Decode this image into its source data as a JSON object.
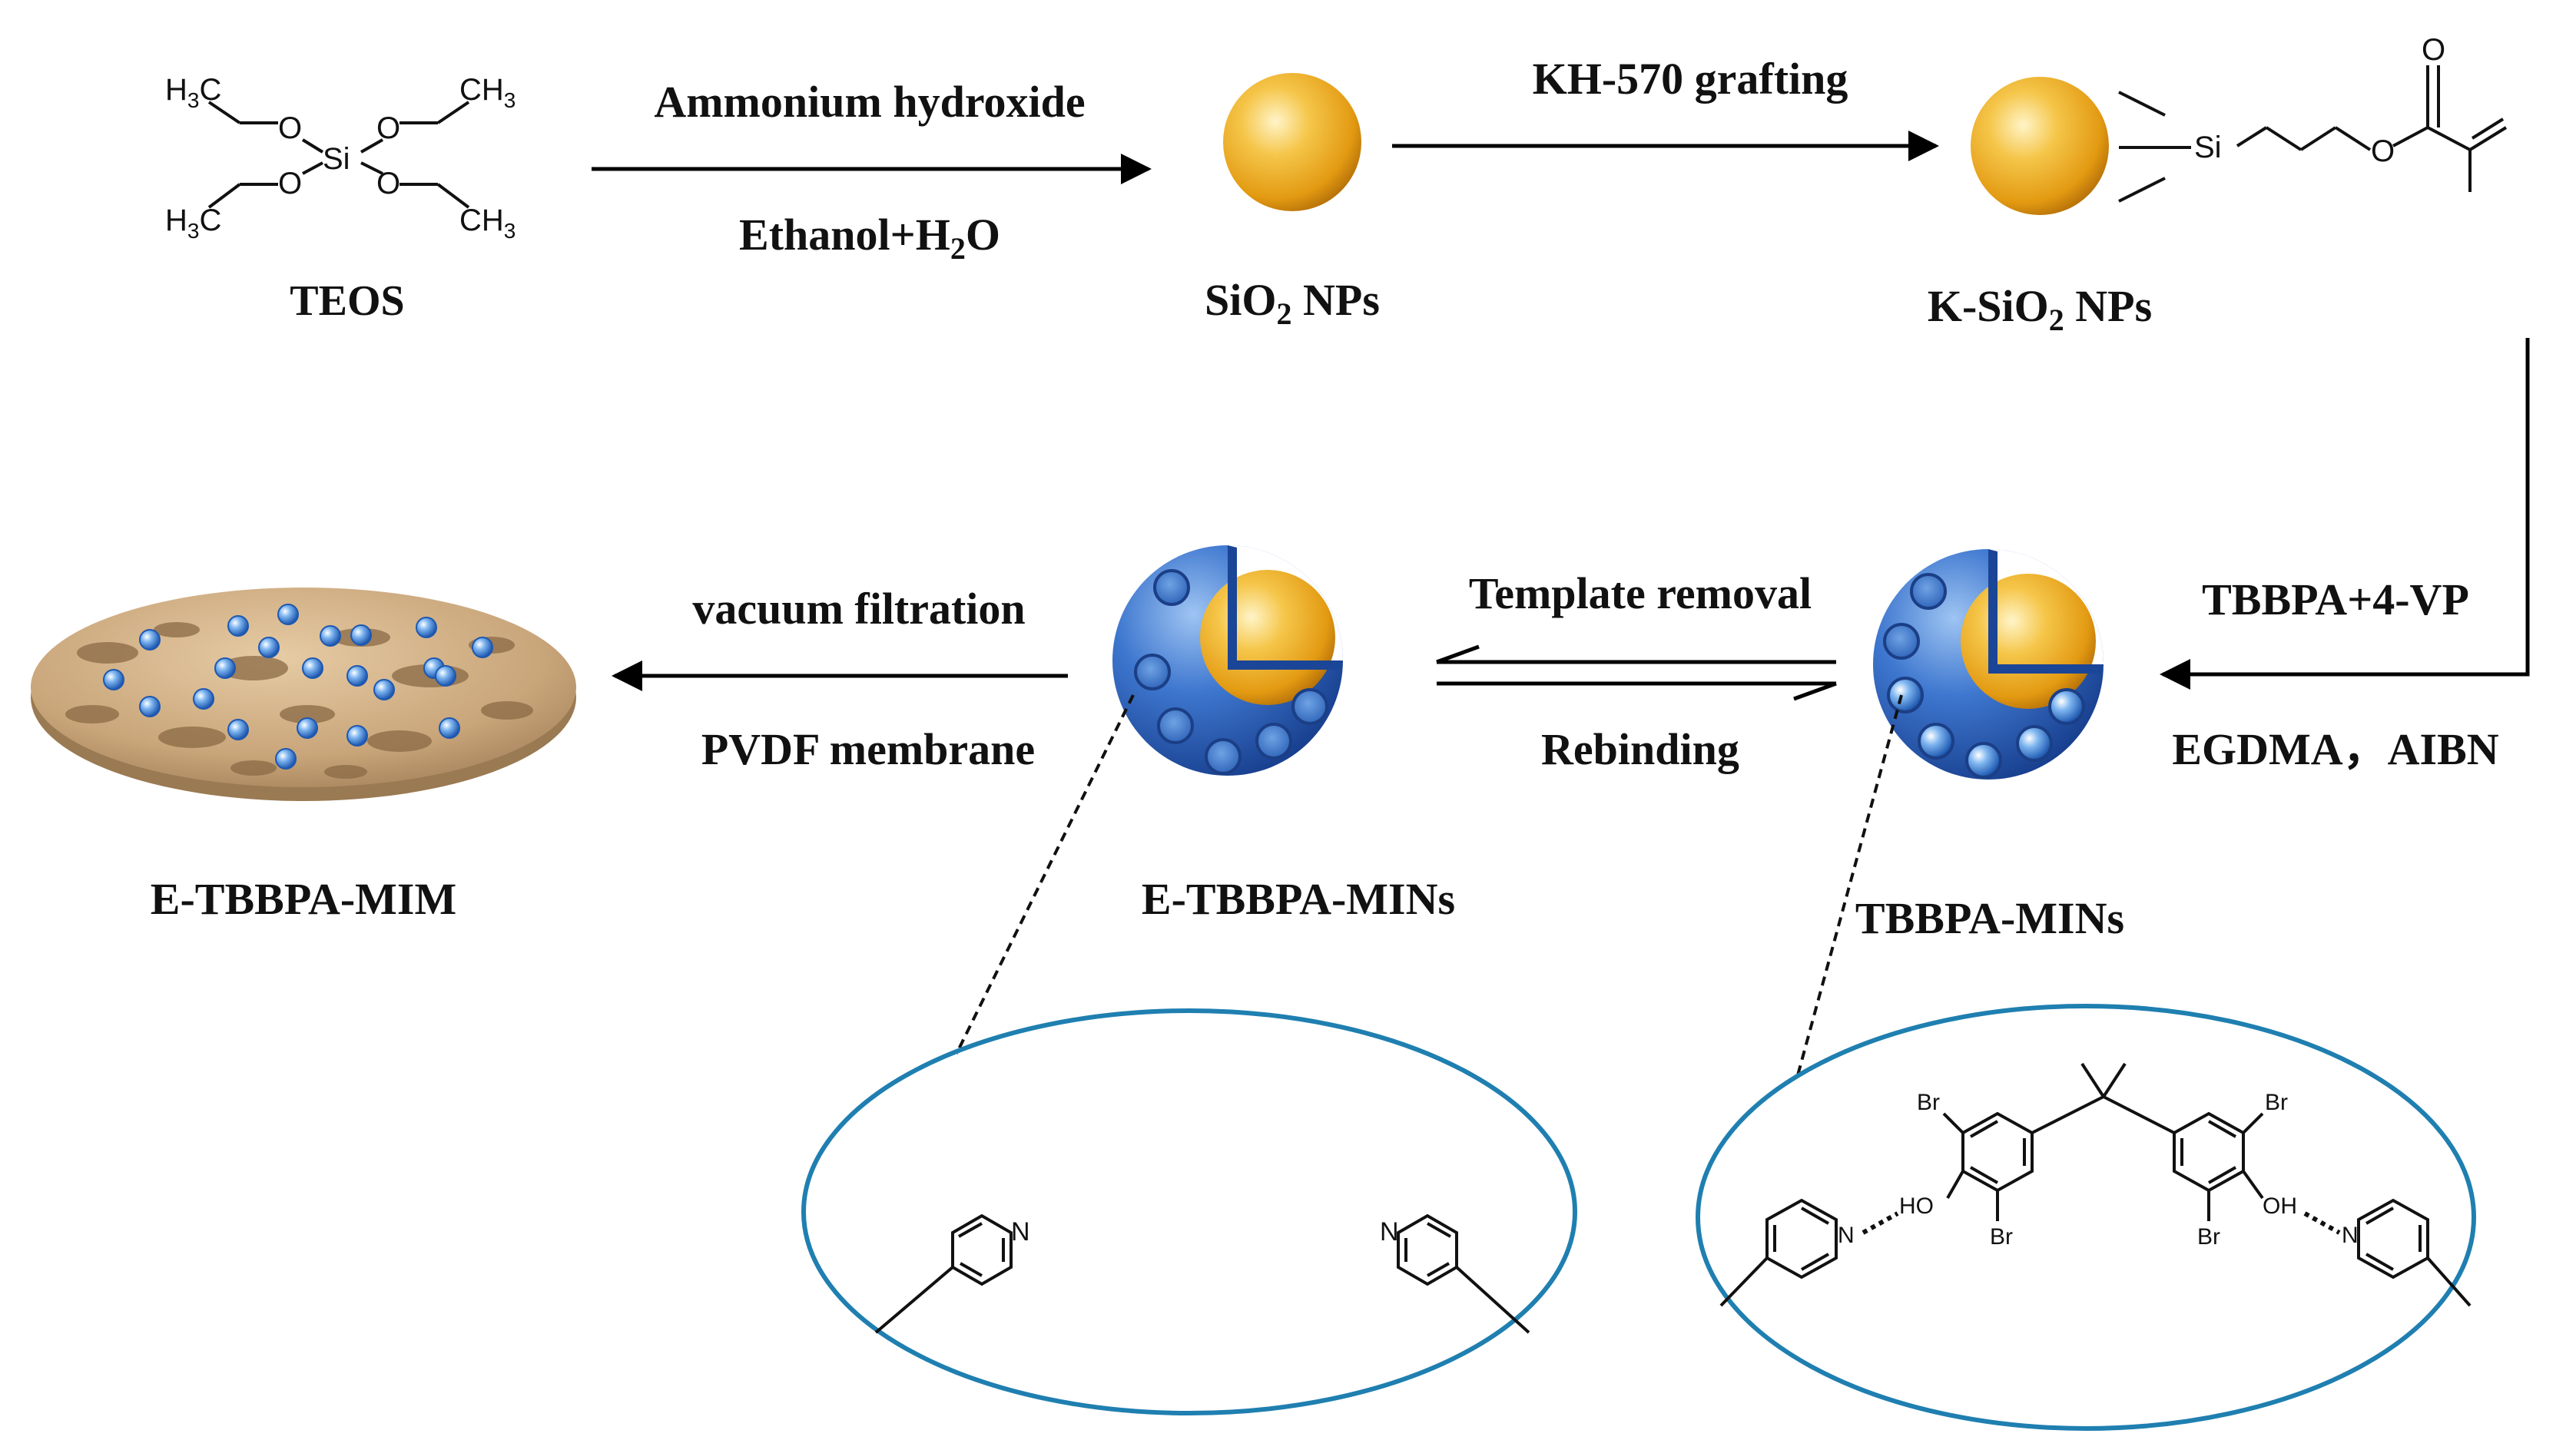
{
  "labels": {
    "teos": "TEOS",
    "sio2_prefix": "SiO",
    "sio2_sub": "2",
    "sio2_suffix": " NPs",
    "ksio2_prefix": "K-SiO",
    "ksio2_sub": "2",
    "ksio2_suffix": " NPs",
    "tbbpa_mins": "TBBPA-MINs",
    "e_tbbpa_mins": "E-TBBPA-MINs",
    "e_tbbpa_mim": "E-TBBPA-MIM"
  },
  "steps": {
    "step1_top": "Ammonium hydroxide",
    "step1_bottom_prefix": "Ethanol+H",
    "step1_bottom_sub": "2",
    "step1_bottom_suffix": "O",
    "step2_top": "KH-570 grafting",
    "step3_top": "TBBPA+4-VP",
    "step3_bottom": "EGDMA，AIBN",
    "step4_forward": "Template removal",
    "step4_reverse": "Rebinding",
    "step5_top": "vacuum filtration",
    "step5_bottom": "PVDF membrane"
  },
  "atoms": {
    "h3c": "H",
    "ch3": "CH",
    "sub3": "3",
    "o": "O",
    "si": "Si",
    "n": "N",
    "br": "Br",
    "ho": "HO",
    "oh": "OH"
  },
  "colors": {
    "core_orange": "#E9A21E",
    "shell_blue": "#2B5BB8",
    "cavity_blue": "#3F7BD0",
    "zoom_ellipse": "#1F7FB0",
    "membrane_tan": "#CFAE86",
    "arrow": "#000000"
  }
}
